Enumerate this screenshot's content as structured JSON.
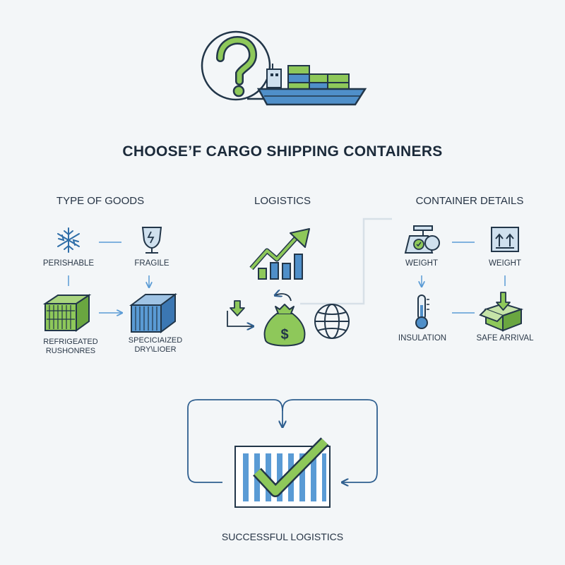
{
  "title": "CHOOSE’F CARGO SHIPPING CONTAINERS",
  "columns": {
    "goods": {
      "heading": "TYPE OF GOODS",
      "perishable": "PERISHABLE",
      "fragile": "FRAGILE",
      "refrigerated_line1": "REFRIGEATED",
      "refrigerated_line2": "RUSHONRES",
      "specialized_line1": "SPECICIAIZED",
      "specialized_line2": "DRY\\LIOER"
    },
    "logistics": {
      "heading": "LOGISTICS"
    },
    "details": {
      "heading": "CONTAINER DETAILS",
      "weight_left": "WEIGHT",
      "weight_right": "WEIGHT",
      "insulation": "INSULATION",
      "safe_arrival": "SAFE ARRIVAL"
    }
  },
  "footer": "SUCCESSFUL LOGISTICS",
  "colors": {
    "green": "#7dbb4e",
    "blue": "#4f8fc9",
    "navy": "#223649",
    "line": "#5a9bd5"
  }
}
